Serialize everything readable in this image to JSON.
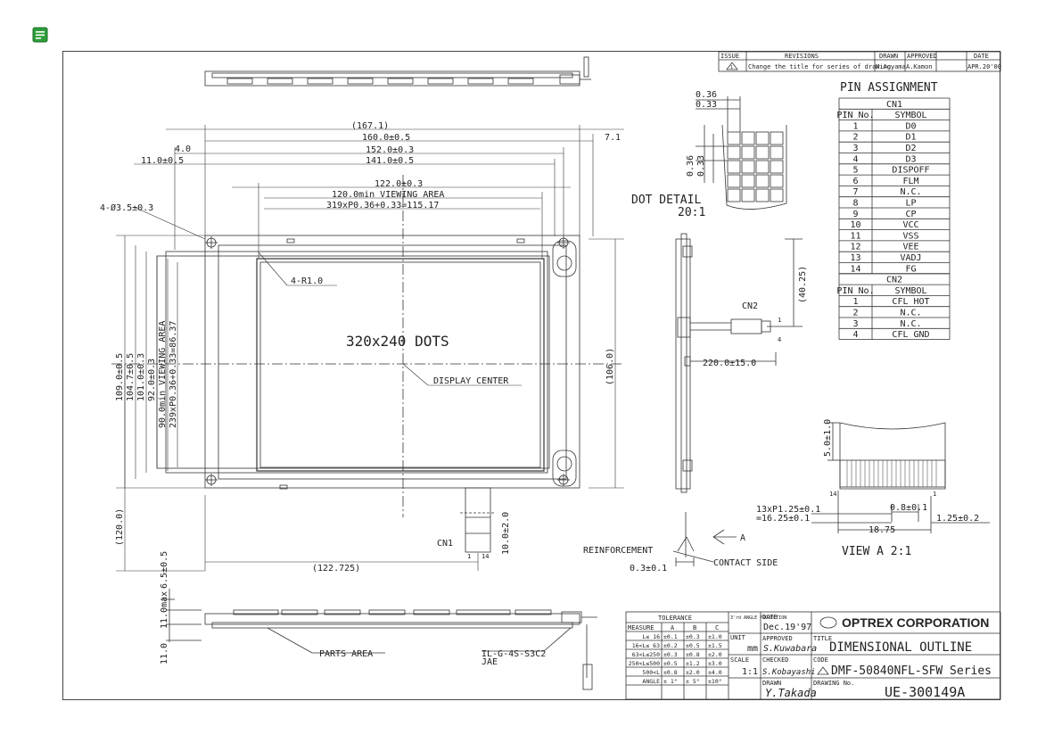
{
  "revisions": {
    "issue_header": "ISSUE",
    "revisions_header": "REVISIONS",
    "drawn_header": "DRAWN",
    "approved_header": "APPROVED",
    "date_header": "DATE",
    "issue_symbol": "1",
    "description": "Change the title for series of drawing.",
    "drawn_by": "M.Aoyama",
    "approved_by": "A.Kamon",
    "date": "APR.20'00"
  },
  "pin_assignment": {
    "title": "PIN ASSIGNMENT",
    "cn1_label": "CN1",
    "cn2_label": "CN2",
    "col_pin": "PIN No.",
    "col_symbol": "SYMBOL",
    "cn1": [
      {
        "pin": "1",
        "symbol": "D0"
      },
      {
        "pin": "2",
        "symbol": "D1"
      },
      {
        "pin": "3",
        "symbol": "D2"
      },
      {
        "pin": "4",
        "symbol": "D3"
      },
      {
        "pin": "5",
        "symbol": "DISPOFF"
      },
      {
        "pin": "6",
        "symbol": "FLM"
      },
      {
        "pin": "7",
        "symbol": "N.C."
      },
      {
        "pin": "8",
        "symbol": "LP"
      },
      {
        "pin": "9",
        "symbol": "CP"
      },
      {
        "pin": "10",
        "symbol": "VCC"
      },
      {
        "pin": "11",
        "symbol": "VSS"
      },
      {
        "pin": "12",
        "symbol": "VEE"
      },
      {
        "pin": "13",
        "symbol": "VADJ"
      },
      {
        "pin": "14",
        "symbol": "FG"
      }
    ],
    "cn2": [
      {
        "pin": "1",
        "symbol": "CFL HOT"
      },
      {
        "pin": "2",
        "symbol": "N.C."
      },
      {
        "pin": "3",
        "symbol": "N.C."
      },
      {
        "pin": "4",
        "symbol": "CFL GND"
      }
    ]
  },
  "dimensions": {
    "d167": "(167.1)",
    "d160": "160.0±0.5",
    "d152": "152.0±0.3",
    "d141": "141.0±0.5",
    "d122": "122.0±0.3",
    "d120": "120.0min VIEWING AREA",
    "d319": "319xP0.36+0.33=115.17",
    "d4": "4.0",
    "d11": "11.0±0.5",
    "d71": "7.1",
    "hole": "4-Ø3.5±0.3",
    "radius": "4-R1.0",
    "v109": "109.0±0.5",
    "v104": "104.7±0.5",
    "v101": "101.0±0.3",
    "v92": "92.0±0.3",
    "v90": "90.0min VIEWING AREA",
    "v239": "239xP0.36+0.33=86.37",
    "v106": "(106.0)",
    "v120": "(120.0)",
    "d122_725": "(122.725)",
    "v40": "(40.25)",
    "d220": "220.0±15.0",
    "v10": "10.0±2.0",
    "d03": "0.3±0.1",
    "dot_036": "0.36",
    "dot_033": "0.33",
    "dot_036v": "0.36",
    "dot_033v": "0.33",
    "v5": "5.0±1.0",
    "pitch1": "13xP1.25±0.1",
    "pitch2": "=16.25±0.1",
    "d08": "0.8±0.1",
    "d125": "1.25±0.2",
    "d1875": "18.75",
    "v11": "11.0max",
    "v65": "6.5±0.5",
    "v11b": "11.0"
  },
  "labels": {
    "dots": "320x240 DOTS",
    "display_center": "DISPLAY CENTER",
    "dot_detail": "DOT DETAIL",
    "dot_scale": "20:1",
    "cn2": "CN2",
    "cn1": "CN1",
    "pin1": "1",
    "pin4": "4",
    "pin14": "14",
    "reinforcement": "REINFORCEMENT",
    "contact_side": "CONTACT SIDE",
    "arrow_a": "A",
    "view_a": "VIEW A  2:1",
    "parts_area": "PARTS AREA",
    "connector": "IL-G-4S-S3C2",
    "connector_maker": "JAE",
    "va_14": "14",
    "va_1": "1"
  },
  "title_block": {
    "tolerance": "TOLERANCE",
    "measure": "MEASURE",
    "col_a": "A",
    "col_b": "B",
    "col_c": "C",
    "rows": [
      {
        "m": "L≤ 16",
        "a": "±0.1",
        "b": "±0.3",
        "c": "±1.0"
      },
      {
        "m": "16<L≤ 63",
        "a": "±0.2",
        "b": "±0.5",
        "c": "±1.5"
      },
      {
        "m": "63<L≤250",
        "a": "±0.3",
        "b": "±0.8",
        "c": "±2.0"
      },
      {
        "m": "250<L≤500",
        "a": "±0.5",
        "b": "±1.2",
        "c": "±3.0"
      },
      {
        "m": "500<L",
        "a": "±0.8",
        "b": "±2.0",
        "c": "±4.0"
      },
      {
        "m": "ANGLE",
        "a": "± 1°",
        "b": "± 5°",
        "c": "±10°"
      }
    ],
    "projection": "3'rd ANGLE PROJECTION",
    "unit_label": "UNIT",
    "unit": "mm",
    "scale_label": "SCALE",
    "scale": "1:1",
    "date_label": "DATE",
    "date": "Dec.19'97",
    "approved_label": "APPROVED",
    "approved": "S.Kuwabara",
    "checked_label": "CHECKED",
    "checked": "S.Kobayashi",
    "drawn_label": "DRAWN",
    "drawn": "Y.Takada",
    "company": "OPTREX CORPORATION",
    "title_label": "TITLE",
    "title": "DIMENSIONAL OUTLINE",
    "code_label": "CODE",
    "code": "DMF-50840NFL-SFW Series",
    "drawing_no_label": "DRAWING No.",
    "drawing_no": "UE-300149A"
  },
  "colors": {
    "note_icon": "#2e9e3a",
    "ink": "#333333"
  }
}
